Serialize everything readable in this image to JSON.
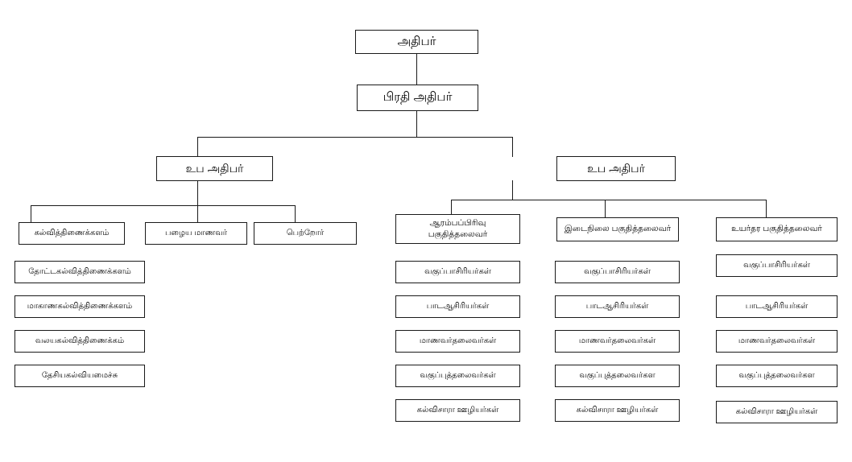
{
  "chart": {
    "type": "organization-chart",
    "title_present": false,
    "background_color": "#ffffff",
    "line_color": "#1a1a1a",
    "box_border_color": "#1a1a1a",
    "box_fill_color": "#ffffff",
    "text_color": "#000000",
    "language": "Tamil"
  },
  "root": {
    "label": "அதிபர்"
  },
  "deputy": {
    "label": "பிரதி  அதிபர்"
  },
  "branches": [
    {
      "label": "உப  அதிபர்"
    },
    {
      "label": "உப  அதிபர்"
    }
  ],
  "left_branch": {
    "children": [
      {
        "label": "கல்வித்திணைக்களம்"
      },
      {
        "label": "பழைய  மாணவர்"
      },
      {
        "label": "பெற்றோர்"
      }
    ],
    "stack": [
      {
        "label": "தோட்டகல்வித்திணைக்களம்"
      },
      {
        "label": "மாகாணகல்வித்திணைக்களம்"
      },
      {
        "label": "வலயகல்வித்திணைக்கம்"
      },
      {
        "label": "தேசியகல்வியமைச்சு"
      }
    ]
  },
  "right_branch": {
    "columns": [
      {
        "head_line1": "ஆரம்பப்பிரிவு",
        "head_line2": "பகுதித்தலைவர்",
        "items": [
          {
            "label": "வகுப்பாசிரியர்கள்"
          },
          {
            "label": "பாடஆசிரியர்கள்"
          },
          {
            "label": "மாணவர்தலைவர்கள்"
          },
          {
            "label": "வகுப்புத்தலைவர்கள்"
          },
          {
            "label": "கல்விசாரா  ஊழியர்கள்"
          }
        ]
      },
      {
        "head_line1": "இடைநிலை பகுதித்தலைவர்",
        "head_line2": "",
        "items": [
          {
            "label": "வகுப்பாசிரியர்கள்"
          },
          {
            "label": "பாடஆசிரியர்கள்"
          },
          {
            "label": "மாணவர்தலைவர்கள்"
          },
          {
            "label": "வகுப்புத்தலைவர்கள"
          },
          {
            "label": "கல்விசாரா  ஊழியர்கள்"
          }
        ]
      },
      {
        "head_line1": "உயர்தர  பகுதித்தலைவர்",
        "head_line2": "",
        "items": [
          {
            "label": "வகுப்பாசிரியர்கள்"
          },
          {
            "label": "பாடஆசிரியர்கள்"
          },
          {
            "label": "மாணவர்தலைவர்கள்"
          },
          {
            "label": "வகுப்புத்தலைவர்கள"
          },
          {
            "label": "கல்விசாரா  ஊழியர்கள்"
          }
        ]
      }
    ]
  }
}
